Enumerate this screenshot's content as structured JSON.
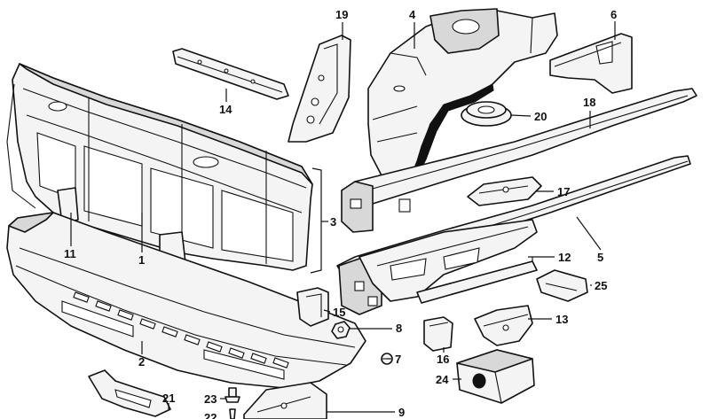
{
  "callouts": {
    "c1": "1",
    "c2": "2",
    "c3": "3",
    "c4": "4",
    "c5": "5",
    "c6": "6",
    "c7": "7",
    "c8": "8",
    "c9": "9",
    "c11": "11",
    "c12": "12",
    "c13": "13",
    "c14": "14",
    "c15": "15",
    "c16": "16",
    "c17": "17",
    "c18": "18",
    "c19": "19",
    "c20": "20",
    "c21": "21",
    "c22": "22",
    "c23": "23",
    "c24": "24",
    "c25": "25"
  }
}
